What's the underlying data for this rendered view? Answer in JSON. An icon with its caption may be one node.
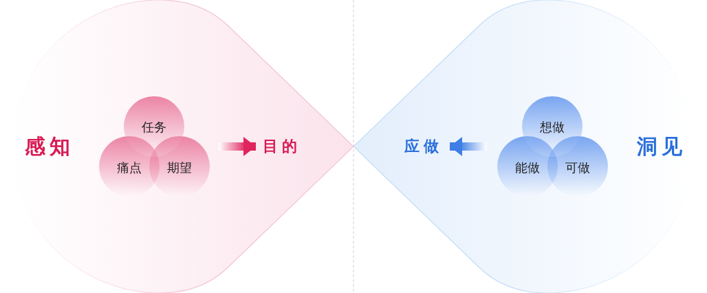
{
  "diagram": {
    "nodes": [
      {
        "text": [
          "感知"
        ]
      },
      {
        "text": [
          "任务"
        ],
        "in": 0
      },
      {
        "text": [
          "痛点"
        ],
        "in": 0
      },
      {
        "text": [
          "期望"
        ],
        "in": 0
      },
      {
        "text": [
          "目的"
        ],
        "in": 0
      },
      {
        "text": [
          "洞见"
        ]
      },
      {
        "text": [
          "想做"
        ],
        "in": 5
      },
      {
        "text": [
          "能做"
        ],
        "in": 5
      },
      {
        "text": [
          "可做"
        ],
        "in": 5
      },
      {
        "text": [
          "应做"
        ],
        "in": 5
      }
    ],
    "edges": [
      {
        "from": null,
        "to": 4,
        "arrow": "to"
      },
      {
        "from": null,
        "to": 9,
        "arrow": "to"
      }
    ]
  }
}
